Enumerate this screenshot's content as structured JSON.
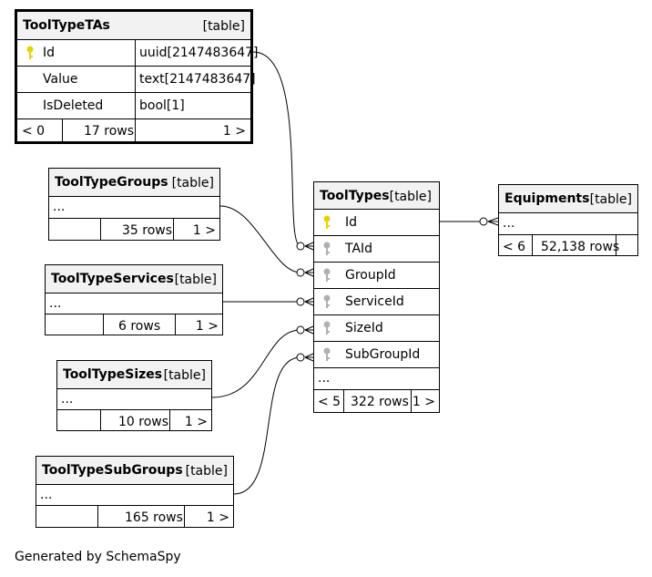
{
  "tables": {
    "tas": {
      "name": "ToolTypeTAs",
      "kind": "[table]",
      "columns": [
        {
          "name": "Id",
          "type": "uuid[2147483647]"
        },
        {
          "name": "Value",
          "type": "text[2147483647]"
        },
        {
          "name": "IsDeleted",
          "type": "bool[1]"
        }
      ],
      "footer": {
        "parents": "< 0",
        "rows": "17 rows",
        "children": "1 >"
      }
    },
    "groups": {
      "name": "ToolTypeGroups",
      "kind": "[table]",
      "ellipsis": "...",
      "footer": {
        "rows": "35 rows",
        "children": "1 >"
      }
    },
    "services": {
      "name": "ToolTypeServices",
      "kind": "[table]",
      "ellipsis": "...",
      "footer": {
        "rows": "6 rows",
        "children": "1 >"
      }
    },
    "sizes": {
      "name": "ToolTypeSizes",
      "kind": "[table]",
      "ellipsis": "...",
      "footer": {
        "rows": "10 rows",
        "children": "1 >"
      }
    },
    "subgroups": {
      "name": "ToolTypeSubGroups",
      "kind": "[table]",
      "ellipsis": "...",
      "footer": {
        "rows": "165 rows",
        "children": "1 >"
      }
    },
    "tooltypes": {
      "name": "ToolTypes",
      "kind": "[table]",
      "columns": [
        "Id",
        "TAId",
        "GroupId",
        "ServiceId",
        "SizeId",
        "SubGroupId"
      ],
      "ellipsis": "...",
      "footer": {
        "parents": "< 5",
        "rows": "322 rows",
        "children": "1 >"
      }
    },
    "equipments": {
      "name": "Equipments",
      "kind": "[table]",
      "ellipsis": "...",
      "footer": {
        "parents": "< 6",
        "rows": "52,138 rows"
      }
    }
  },
  "colors": {
    "header_bg": "#f2f2f2",
    "primary_key": "#e8d400",
    "foreign_key": "#b0b0b0",
    "line": "#000000"
  },
  "footer_text": "Generated by SchemaSpy"
}
